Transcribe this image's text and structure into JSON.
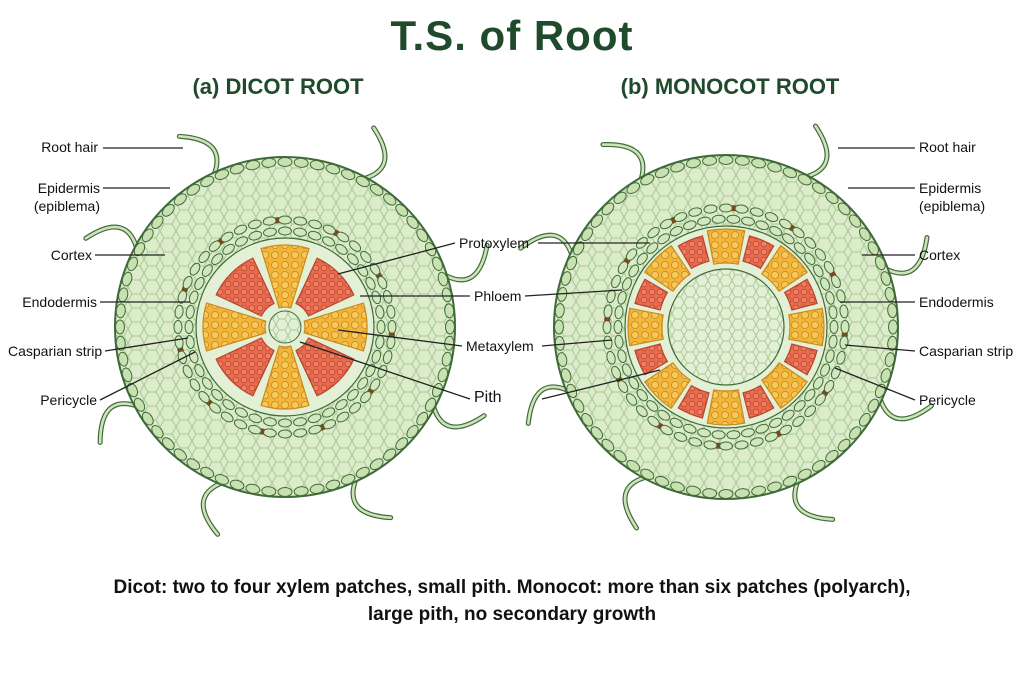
{
  "title": "T.S. of Root",
  "dicot": {
    "subtitle": "(a) DICOT ROOT",
    "labels": {
      "root_hair": "Root hair",
      "epidermis_1": "Epidermis",
      "epidermis_2": "(epiblema)",
      "cortex": "Cortex",
      "endodermis": "Endodermis",
      "casparian": "Casparian strip",
      "pericycle": "Pericycle"
    },
    "xylem_patches": 4,
    "phloem_patches": 4
  },
  "middle_labels": {
    "protoxylem": "Protoxylem",
    "phloem": "Phloem",
    "metaxylem": "Metaxylem",
    "pith": "Pith"
  },
  "monocot": {
    "subtitle": "(b) MONOCOT ROOT",
    "labels": {
      "root_hair": "Root hair",
      "epidermis_1": "Epidermis",
      "epidermis_2": "(epiblema)",
      "cortex": "Cortex",
      "endodermis": "Endodermis",
      "casparian": "Casparian strip",
      "pericycle": "Pericycle"
    },
    "xylem_patches": 8,
    "phloem_patches": 8
  },
  "caption_1": "Dicot: two to four xylem patches, small pith. Monocot: more than six patches (polyarch),",
  "caption_2": "large pith, no secondary growth",
  "colors": {
    "cortex": "#dceccb",
    "cell_line": "#9bbf86",
    "ring_dark": "#3f6b3a",
    "xylem": "#f2b53a",
    "phloem": "#e96a4e",
    "casparian": "#7a4a1e",
    "title": "#1f4a2c"
  }
}
